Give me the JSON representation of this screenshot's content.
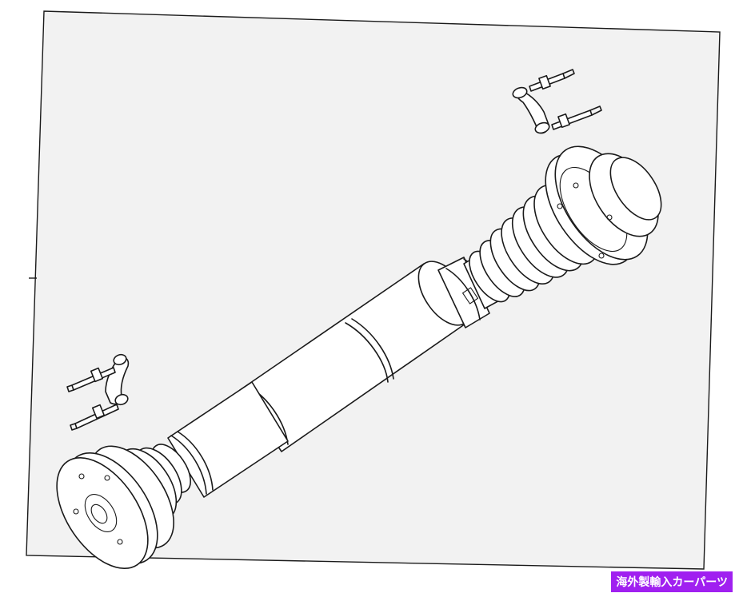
{
  "image": {
    "subject": "drive-shaft-assembly",
    "parts": [
      "front-flange",
      "tube-sections",
      "boot-bellows",
      "rear-cv-joint",
      "bolts-and-strap-front",
      "bolts-and-strap-rear"
    ]
  },
  "watermark": {
    "text": "海外製輸入カーパーツ",
    "background": "#a020f0"
  },
  "colors": {
    "line": "#1a1a1a",
    "panel": "#f2f2f2",
    "page": "#ffffff"
  }
}
